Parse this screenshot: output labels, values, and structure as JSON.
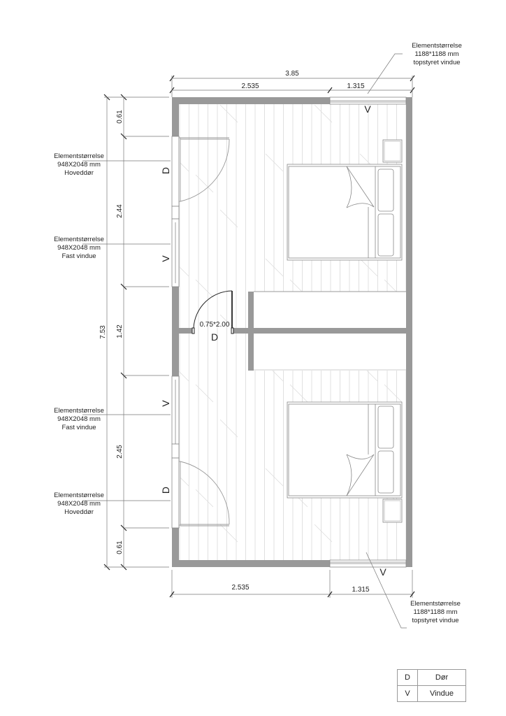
{
  "plan": {
    "dimensions": {
      "top_total": "3.85",
      "top_left": "2.535",
      "top_right": "1.315",
      "bottom_left": "2.535",
      "bottom_right": "1.315",
      "left_total": "7.53",
      "left_segments": [
        "0.61",
        "2.44",
        "1.42",
        "2.45",
        "0.61"
      ]
    },
    "interior_door": {
      "size": "0.75*2.00",
      "mark": "D"
    },
    "marks": {
      "top_window": "V",
      "bottom_window": "V",
      "upper_door": "D",
      "upper_window": "V",
      "lower_window": "V",
      "lower_door": "D"
    },
    "annotations": {
      "top_right": {
        "line1": "Elementstørrelse",
        "line2": "1188*1188 mm",
        "line3": "topstyret vindue"
      },
      "upper_door": {
        "line1": "Elementstørrelse",
        "line2": "948X2048 mm",
        "line3": "Hoveddør"
      },
      "upper_window": {
        "line1": "Elementstørrelse",
        "line2": "948X2048 mm",
        "line3": "Fast vindue"
      },
      "lower_window": {
        "line1": "Elementstørrelse",
        "line2": "948X2048 mm",
        "line3": "Fast vindue"
      },
      "lower_door": {
        "line1": "Elementstørrelse",
        "line2": "948X2048 mm",
        "line3": "Hoveddør"
      },
      "bottom_right": {
        "line1": "Elementstørrelse",
        "line2": "1188*1188 mm",
        "line3": "topstyret vindue"
      }
    },
    "colors": {
      "wall": "#999999",
      "line": "#666666",
      "floor_line": "#d8d8d8"
    }
  },
  "legend": {
    "rows": [
      {
        "key": "D",
        "label": "Dør"
      },
      {
        "key": "V",
        "label": "Vindue"
      }
    ]
  }
}
